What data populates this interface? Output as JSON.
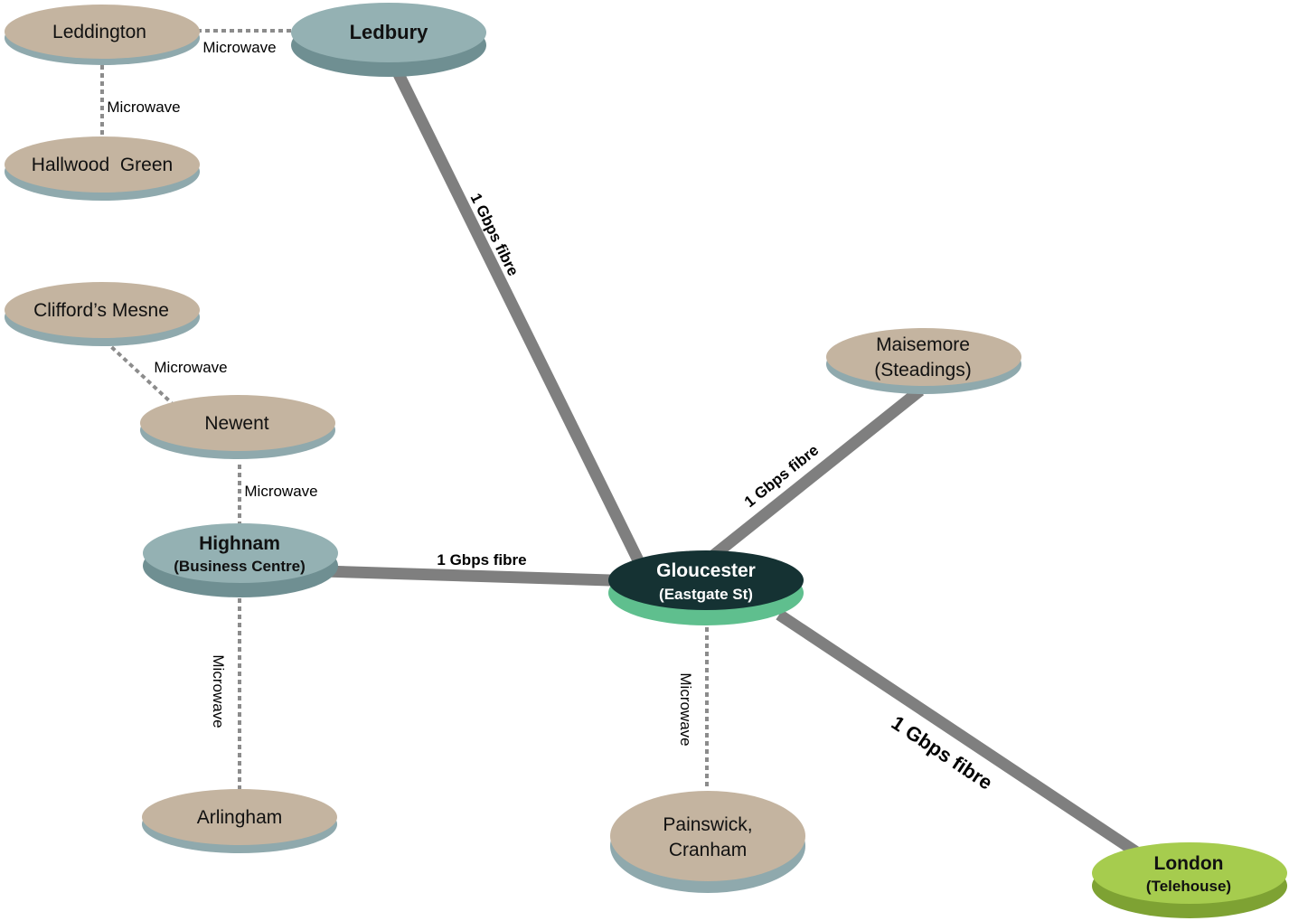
{
  "colors": {
    "tan_top": "#c4b4a0",
    "tan_rim": "#8fa9ad",
    "blue_top": "#94b1b3",
    "blue_rim": "#6f8f92",
    "dark_top": "#153233",
    "dark_rim": "#5fbf8e",
    "green_top": "#a6cc4e",
    "green_rim": "#7ea233",
    "fibre_line": "#7f7f7f",
    "microwave_line": "#8c8c8c"
  },
  "nodes": {
    "leddington": {
      "line1": "Leddington",
      "line2": ""
    },
    "ledbury": {
      "line1": "Ledbury",
      "line2": ""
    },
    "hallwood": {
      "line1": "Hallwood  Green",
      "line2": ""
    },
    "cliffords": {
      "line1": "Clifford’s Mesne",
      "line2": ""
    },
    "newent": {
      "line1": "Newent",
      "line2": ""
    },
    "maisemore": {
      "line1": "Maisemore",
      "line2": "(Steadings)"
    },
    "highnam": {
      "line1": "Highnam",
      "line2": "(Business Centre)"
    },
    "gloucester": {
      "line1": "Gloucester",
      "line2": "(Eastgate St)"
    },
    "arlingham": {
      "line1": "Arlingham",
      "line2": ""
    },
    "painswick": {
      "line1": "Painswick,",
      "line2": "Cranham"
    },
    "london": {
      "line1": "London",
      "line2": "(Telehouse)"
    }
  },
  "links": {
    "leddington_ledbury": "Microwave",
    "leddington_hallwood": "Microwave",
    "cliffords_newent": "Microwave",
    "newent_highnam": "Microwave",
    "highnam_arlingham": "Microwave",
    "gloucester_painswick": "Microwave",
    "ledbury_gloucester": "1 Gbps fibre",
    "maisemore_gloucester": "1 Gbps fibre",
    "highnam_gloucester": "1 Gbps fibre",
    "gloucester_london": "1 Gbps fibre"
  }
}
